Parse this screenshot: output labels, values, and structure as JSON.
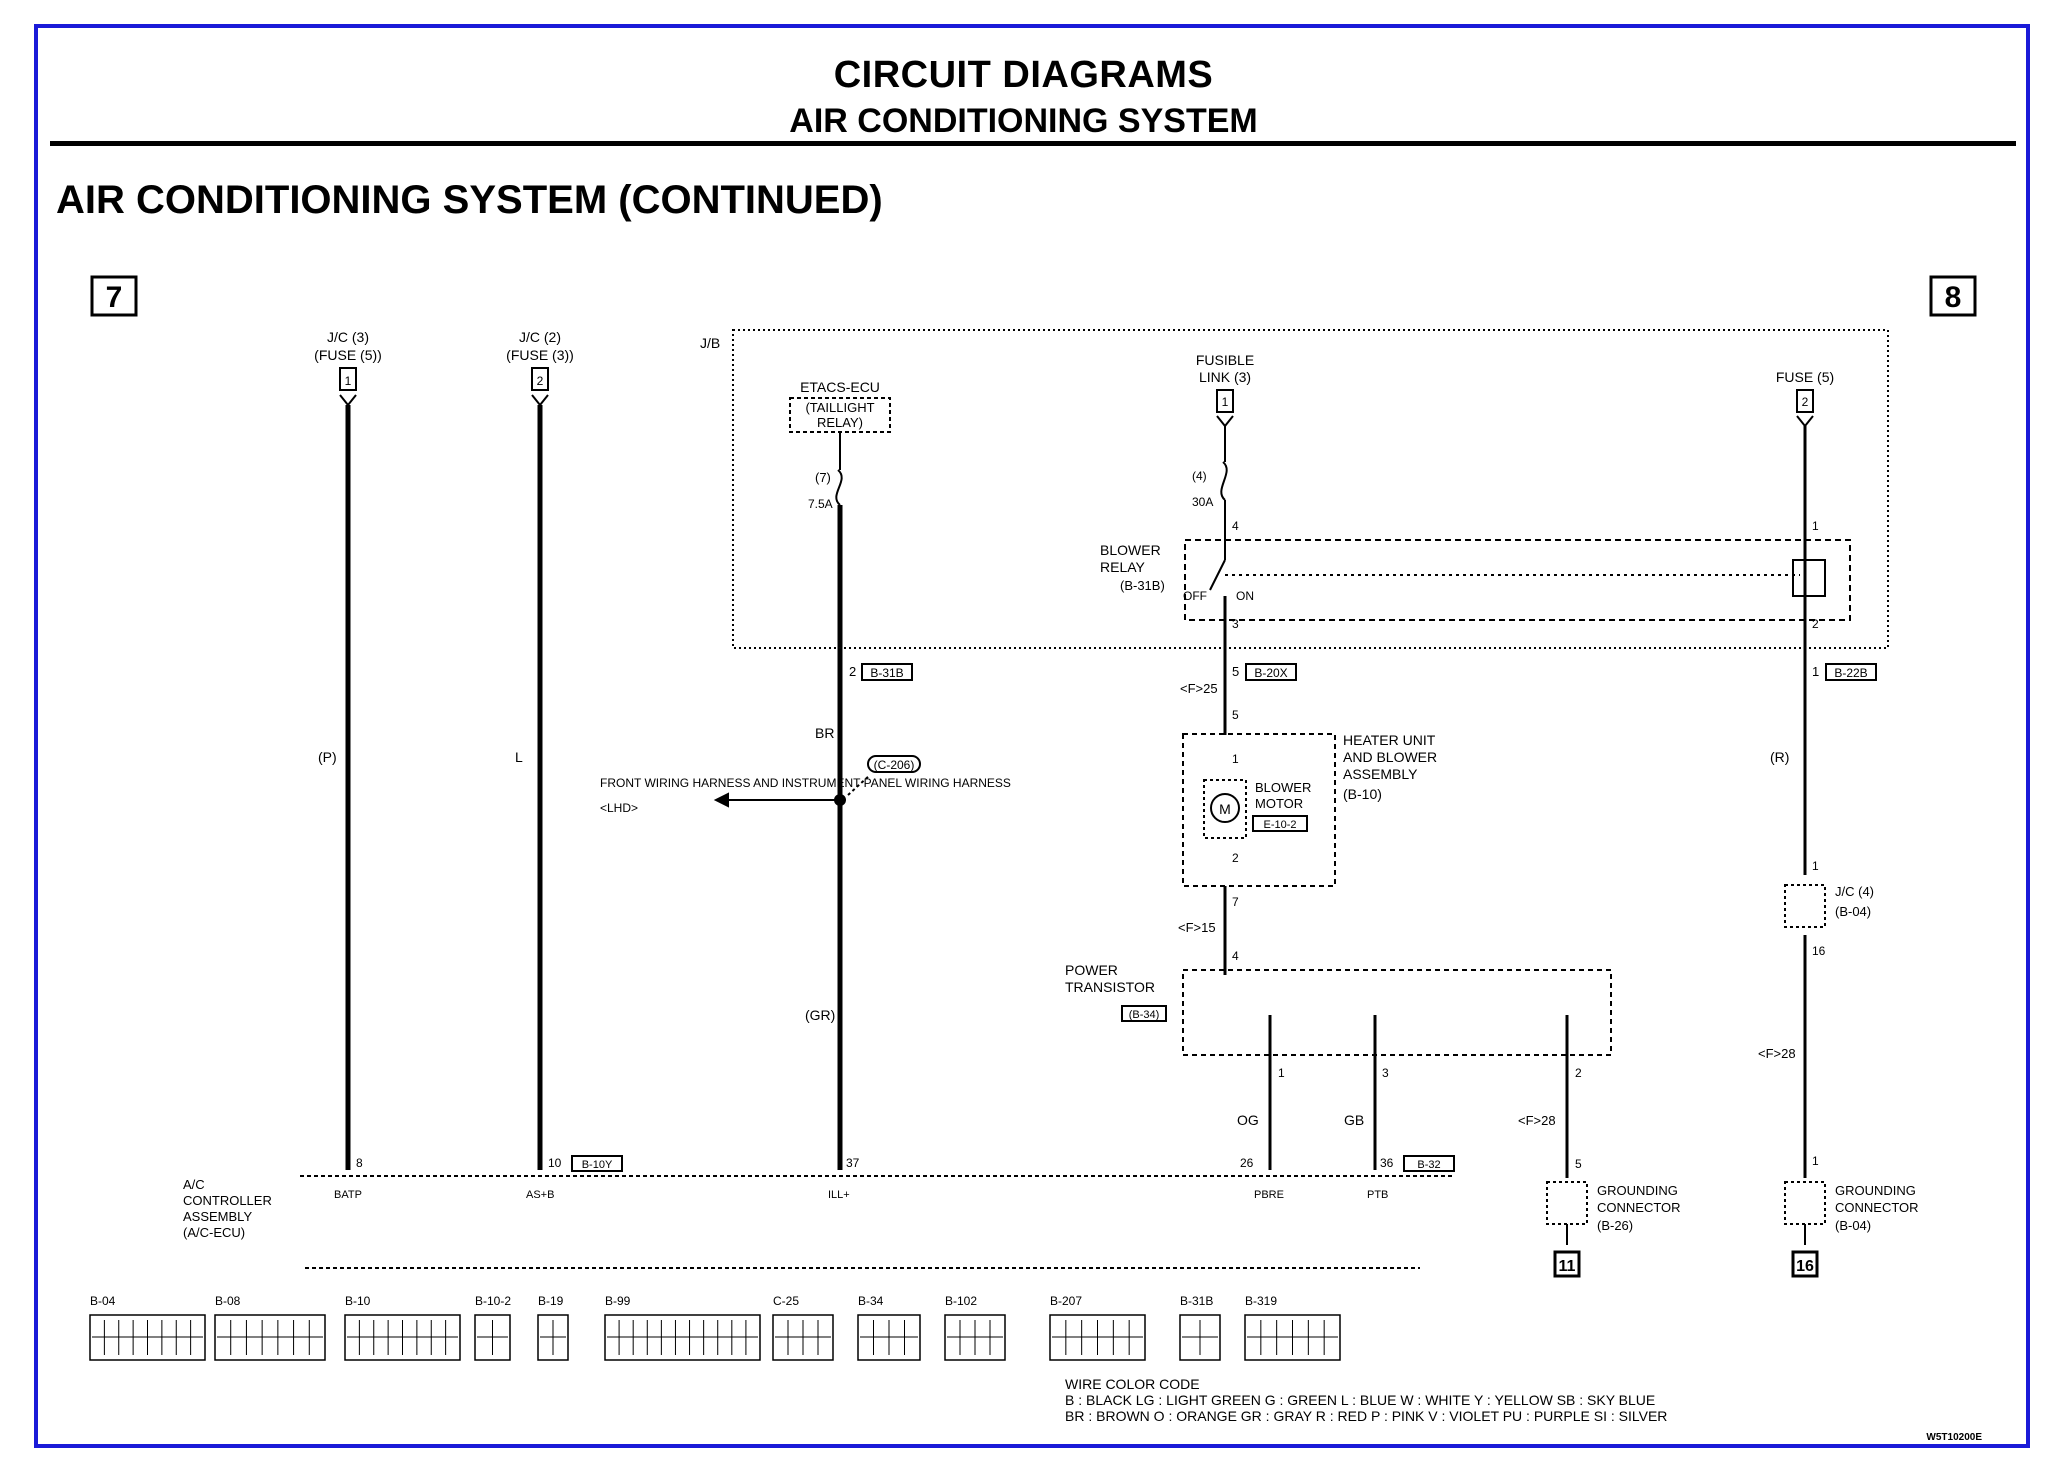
{
  "header": {
    "title": "CIRCUIT DIAGRAMS",
    "subtitle": "AIR CONDITIONING SYSTEM"
  },
  "section_title": "AIR CONDITIONING SYSTEM (CONTINUED)",
  "page_refs": {
    "left": "7",
    "right": "8"
  },
  "fuses": {
    "jc3": {
      "label": "J/C (3)",
      "sub": "(FUSE (5))",
      "pin": "1"
    },
    "jc2": {
      "label": "J/C (2)",
      "sub": "(FUSE (3))",
      "pin": "2"
    },
    "jb": "J/B",
    "etacs": {
      "line1": "ETACS-ECU",
      "line2": "(TAILLIGHT",
      "line3": "RELAY)",
      "pin": "(7)",
      "amp": "7.5A"
    },
    "fusible_link": {
      "line1": "FUSIBLE",
      "line2": "LINK (3)",
      "pin": "1",
      "num": "(4)",
      "amp": "30A"
    },
    "fuse5": {
      "label": "FUSE (5)",
      "pin": "2"
    }
  },
  "blower_relay": {
    "line1": "BLOWER",
    "line2": "RELAY",
    "code": "(B-31B)",
    "off": "OFF",
    "on": "ON",
    "pin_top": "4",
    "pin_bot": "3",
    "coil_top": "1",
    "coil_bot": "2"
  },
  "wires": {
    "w1": "(P)",
    "w2": "L",
    "w3": "BR",
    "w4": "(GR)",
    "w5": "(R)",
    "w6": "<F>25",
    "w7": "<F>15",
    "w8": "<F>28",
    "w9": "<F>28",
    "w10": "OG",
    "w11": "GB"
  },
  "connectors": {
    "c1": "2",
    "c1b": "B-31B",
    "c2": "5",
    "c2b": "B-20X",
    "c3": "1",
    "c3b": "B-22B",
    "ccc": "(C-206)",
    "fwd": "FRONT WIRING HARNESS AND INSTRUMENT PANEL WIRING HARNESS",
    "fwd2": "<LHD>",
    "jc4": "J/C (4)",
    "jc4b": "(B-04)",
    "jc4_top": "1",
    "jc4_bot": "16"
  },
  "heater_unit": {
    "line1": "HEATER UNIT",
    "line2": "AND BLOWER",
    "line3": "ASSEMBLY",
    "code": "(B-10)",
    "pin_top": "5",
    "pin1": "1",
    "pin2": "2",
    "motor1": "BLOWER",
    "motor2": "MOTOR",
    "motor_code": "E-10-2",
    "motor_sym": "M"
  },
  "power_transistor": {
    "line1": "POWER",
    "line2": "TRANSISTOR",
    "code": "(B-34)",
    "pin_in": "7",
    "pin_top": "4",
    "p1": "1",
    "p3": "3",
    "p2": "2"
  },
  "controller": {
    "line1": "A/C",
    "line2": "CONTROLLER",
    "line3": "ASSEMBLY",
    "line4": "(A/C-ECU)",
    "pins": [
      "8",
      "10",
      "37",
      "26",
      "36"
    ],
    "pin_labels": [
      "BATP",
      "AS+B",
      "ILL+",
      "PBRE",
      "PTB"
    ],
    "pin_code": "B-10Y",
    "pin_code2": "B-32"
  },
  "grounds": {
    "g1": {
      "line1": "GROUNDING",
      "line2": "CONNECTOR",
      "code": "(B-26)",
      "pin": "5",
      "ref": "11"
    },
    "g2": {
      "line1": "GROUNDING",
      "line2": "CONNECTOR",
      "code": "(B-04)",
      "pin": "1",
      "ref": "16"
    }
  },
  "bottom_connectors": [
    "B-04",
    "B-08",
    "B-10",
    "B-10-2",
    "B-19",
    "B-99",
    "C-25",
    "B-34",
    "B-102",
    "B-207",
    "B-31B",
    "B-319"
  ],
  "color_code": {
    "title": "WIRE COLOR CODE",
    "line1": "B : BLACK   LG : LIGHT GREEN   G : GREEN   L : BLUE   W : WHITE   Y : YELLOW   SB : SKY BLUE",
    "line2": "BR : BROWN   O : ORANGE   GR : GRAY   R : RED   P : PINK   V : VIOLET   PU : PURPLE   SI : SILVER"
  },
  "figure_id": "W5T10200E"
}
